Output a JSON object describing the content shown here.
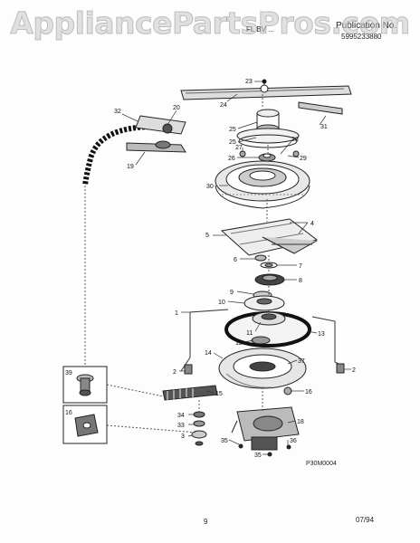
{
  "watermark": "AppliancePartsPros.com",
  "header": {
    "left_text": "FL BV ...",
    "section_label": "Publication No.",
    "section_number": "5995233880"
  },
  "footer": {
    "page": "9",
    "date": "07/94",
    "figure_code": "P30M0004"
  },
  "callouts": {
    "c23": "23",
    "c24": "24",
    "c25a": "25",
    "c25b": "25",
    "c26": "26",
    "c27": "27",
    "c28": "28",
    "c29": "29",
    "c30": "30",
    "c31": "31",
    "c32": "32",
    "c20": "20",
    "c19": "19",
    "c4": "4",
    "c5": "5",
    "c6": "6",
    "c7": "7",
    "c8": "8",
    "c9": "9",
    "c10": "10",
    "c1": "1",
    "c11": "11",
    "c12": "12",
    "c13": "13",
    "c14": "14",
    "c37": "37",
    "c2a": "2",
    "c2b": "2",
    "c39": "39",
    "c16a": "16",
    "c16b": "16",
    "c15": "15",
    "c34": "34",
    "c33": "33",
    "c3": "3",
    "c18": "18",
    "c35a": "35",
    "c35b": "35",
    "c36": "36"
  }
}
